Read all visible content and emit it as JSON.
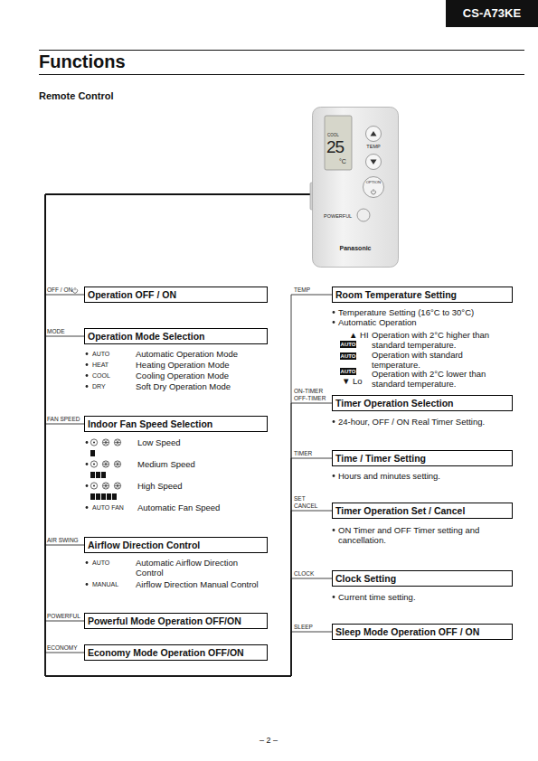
{
  "diagram": {
    "title": "Functions",
    "nodes": [
      {
        "text": [
          "CS-A73KE"
        ]
      },
      {
        "text": [
          "COOL",
          "25",
          "°C",
          "TEMP",
          "OPTION",
          "POWERFUL",
          "Panasonic"
        ]
      },
      {
        "text": [
          "OFF / ON",
          "Operation OFF / ON"
        ]
      },
      {
        "text": [
          "MODE",
          "Operation Mode Selection",
          "AUTO",
          "Automatic Operation Mode",
          "HEAT",
          "Heating Operation Mode",
          "COOL",
          "Cooling Operation Mode",
          "DRY",
          "Soft Dry Operation Mode"
        ]
      },
      {
        "text": [
          "FAN SPEED",
          "Indoor Fan Speed Selection",
          "Low Speed",
          "Medium Speed",
          "High Speed",
          "AUTO FAN",
          "Automatic Fan Speed"
        ]
      },
      {
        "text": [
          "AIR SWING",
          "Airflow Direction Control",
          "AUTO",
          "Automatic Airflow Direction Control",
          "MANUAL",
          "Airflow Direction Manual Control"
        ]
      },
      {
        "text": [
          "POWERFUL",
          "Powerful Mode Operation OFF/ON"
        ]
      },
      {
        "text": [
          "ECONOMY",
          "Economy Mode Operation OFF/ON"
        ]
      },
      {
        "text": [
          "TEMP",
          "Room Temperature Setting",
          "Temperature Setting (16°C to 30°C)",
          "Automatic Operation",
          "▲ HI",
          "AUTO",
          "Operation with 2°C higher than standard temperature.",
          "AUTO",
          "Operation with standard temperature.",
          "AUTO",
          "Operation with 2°C lower than standard temperature.",
          "▼ Lo"
        ]
      },
      {
        "text": [
          "ON-TIMER OFF-TIMER",
          "Timer Operation Selection",
          "24-hour, OFF / ON Real Timer Setting."
        ]
      },
      {
        "text": [
          "TIMER",
          "Time / Timer Setting",
          "Hours and minutes setting."
        ]
      },
      {
        "text": [
          "SET CANCEL",
          "Timer Operation Set / Cancel",
          "ON Timer and OFF Timer setting and cancellation."
        ]
      },
      {
        "text": [
          "CLOCK",
          "Clock Setting",
          "Current time setting."
        ]
      },
      {
        "text": [
          "SLEEP",
          "Sleep Mode Operation OFF / ON"
        ]
      }
    ],
    "edges": [
      {
        "from": 1,
        "to": 2,
        "arrow": "none"
      },
      {
        "from": 1,
        "to": 3,
        "arrow": "none"
      },
      {
        "from": 1,
        "to": 4,
        "arrow": "none"
      },
      {
        "from": 1,
        "to": 5,
        "arrow": "none"
      },
      {
        "from": 1,
        "to": 6,
        "arrow": "none"
      },
      {
        "from": 1,
        "to": 7,
        "arrow": "none"
      },
      {
        "from": 1,
        "to": 8,
        "arrow": "none"
      },
      {
        "from": 1,
        "to": 9,
        "arrow": "none"
      },
      {
        "from": 1,
        "to": 10,
        "arrow": "none"
      },
      {
        "from": 1,
        "to": 11,
        "arrow": "none"
      },
      {
        "from": 1,
        "to": 12,
        "arrow": "none"
      },
      {
        "from": 1,
        "to": 13,
        "arrow": "none"
      }
    ],
    "labels": [
      "Remote Control",
      "– 2 –"
    ]
  }
}
